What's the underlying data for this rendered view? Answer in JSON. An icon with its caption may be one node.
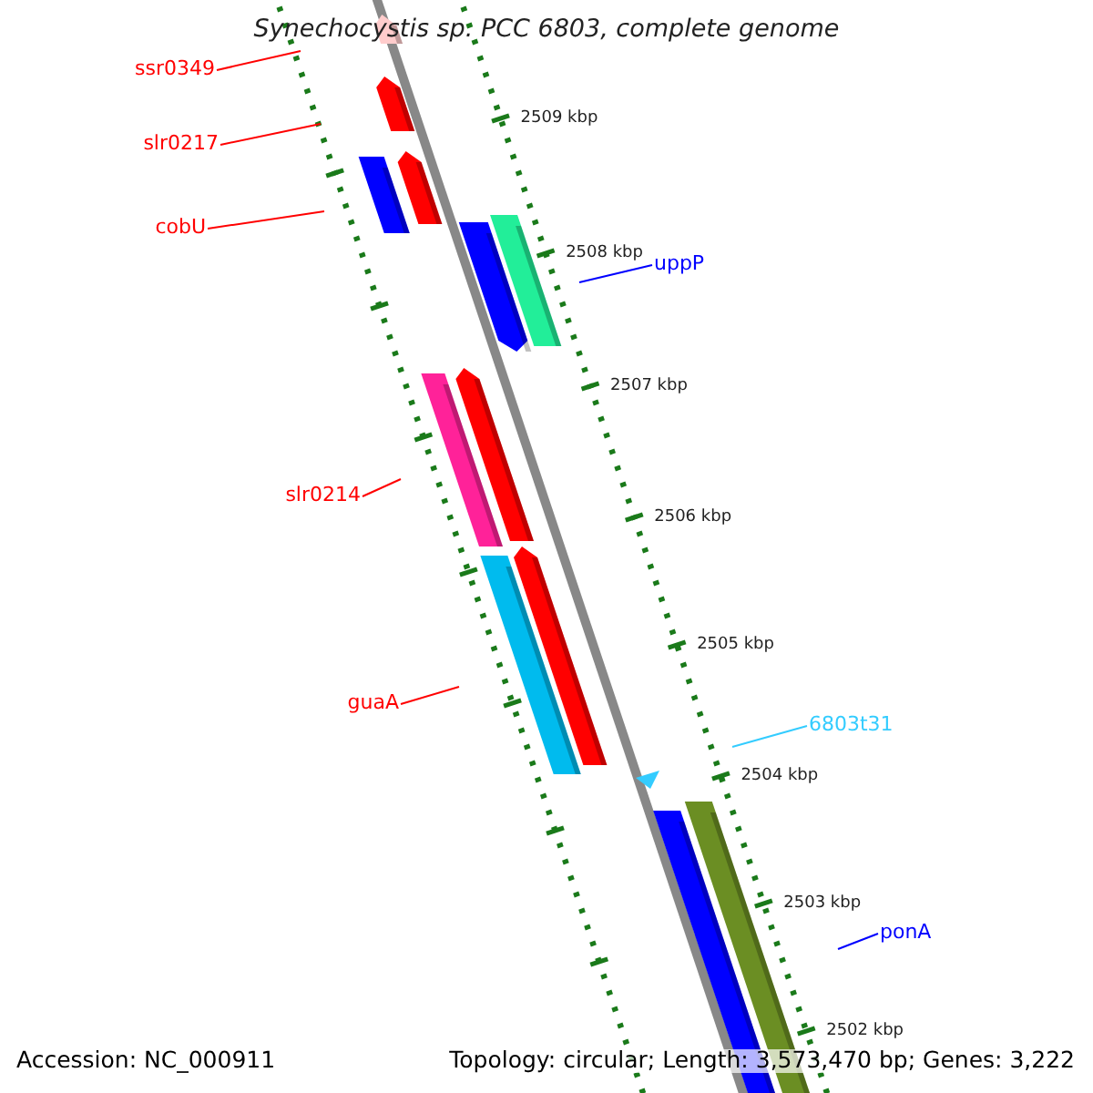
{
  "diagram": {
    "title": "Synechocystis sp. PCC 6803, complete genome",
    "nodes": [
      {
        "text": [
          "ssr0349"
        ]
      },
      {
        "text": [
          "slr0217"
        ]
      },
      {
        "text": [
          "cobU"
        ]
      },
      {
        "text": [
          "uppP"
        ]
      },
      {
        "text": [
          "slr0214"
        ]
      },
      {
        "text": [
          "guaA"
        ]
      },
      {
        "text": [
          "6803t31"
        ]
      },
      {
        "text": [
          "ponA"
        ]
      }
    ],
    "edges": [
      {
        "from": 0,
        "to": null,
        "arrow": "none"
      },
      {
        "from": 1,
        "to": null,
        "arrow": "none"
      },
      {
        "from": 2,
        "to": null,
        "arrow": "none"
      },
      {
        "from": 3,
        "to": null,
        "arrow": "none",
        "color": "#0000ff"
      },
      {
        "from": 4,
        "to": null,
        "arrow": "none"
      },
      {
        "from": 5,
        "to": null,
        "arrow": "none"
      },
      {
        "from": 6,
        "to": null,
        "arrow": "none",
        "color": "#33ccff"
      },
      {
        "from": 7,
        "to": null,
        "arrow": "none",
        "color": "#0000ff"
      }
    ],
    "labels": [
      "2509 kbp",
      "2508 kbp",
      "2507 kbp",
      "2506 kbp",
      "2505 kbp",
      "2504 kbp",
      "2503 kbp",
      "2502 kbp",
      "Accession: NC_000911",
      "Topology: circular; Length: 3,573,470 bp; Genes: 3,222"
    ]
  }
}
